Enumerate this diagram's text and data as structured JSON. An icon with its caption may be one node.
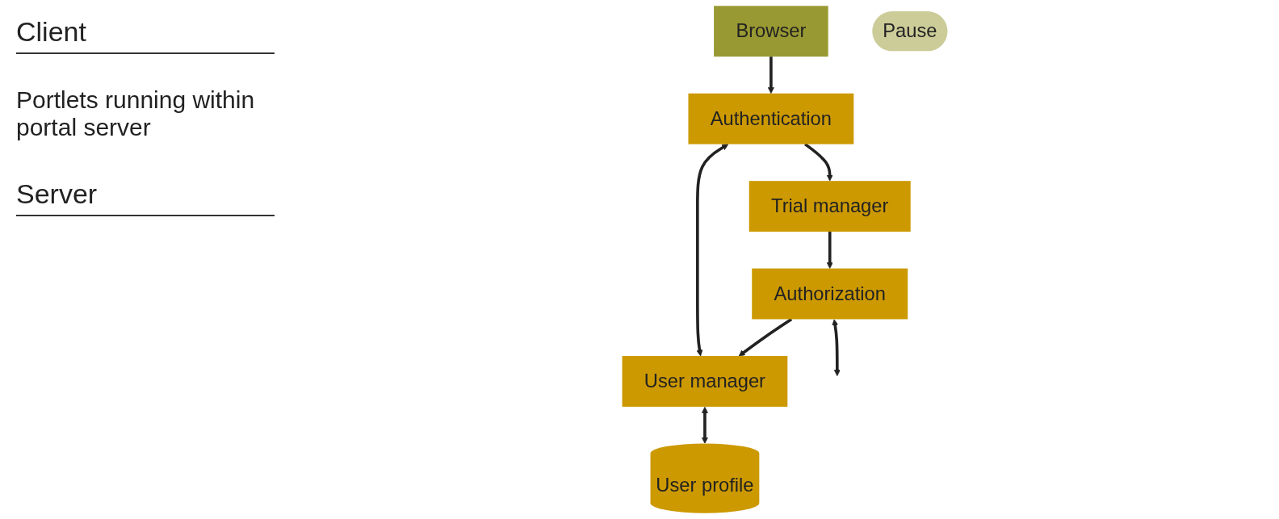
{
  "diagram": {
    "nodes": [
      {
        "text": [
          "Browser"
        ]
      },
      {
        "text": [
          "Authentication"
        ]
      },
      {
        "text": [
          "Trial manager"
        ]
      },
      {
        "text": [
          "Authorization"
        ]
      },
      {
        "text": [
          "User manager"
        ]
      },
      {
        "text": [
          "User profile"
        ]
      },
      {
        "text": [
          "Pause"
        ]
      }
    ],
    "edges": [
      {
        "from": 0,
        "to": 1,
        "arrow": "to"
      },
      {
        "from": 1,
        "to": 4,
        "arrow": "both"
      },
      {
        "from": 1,
        "to": 2,
        "arrow": "to"
      },
      {
        "from": 2,
        "to": 3,
        "arrow": "to"
      },
      {
        "from": 3,
        "to": 4,
        "arrow": "to"
      },
      {
        "from": 4,
        "to": 5,
        "arrow": "both"
      },
      {
        "from": 3,
        "to": null,
        "arrow": "both"
      }
    ],
    "labels": [
      "Client",
      "Portlets running within portal server",
      "Server"
    ]
  }
}
